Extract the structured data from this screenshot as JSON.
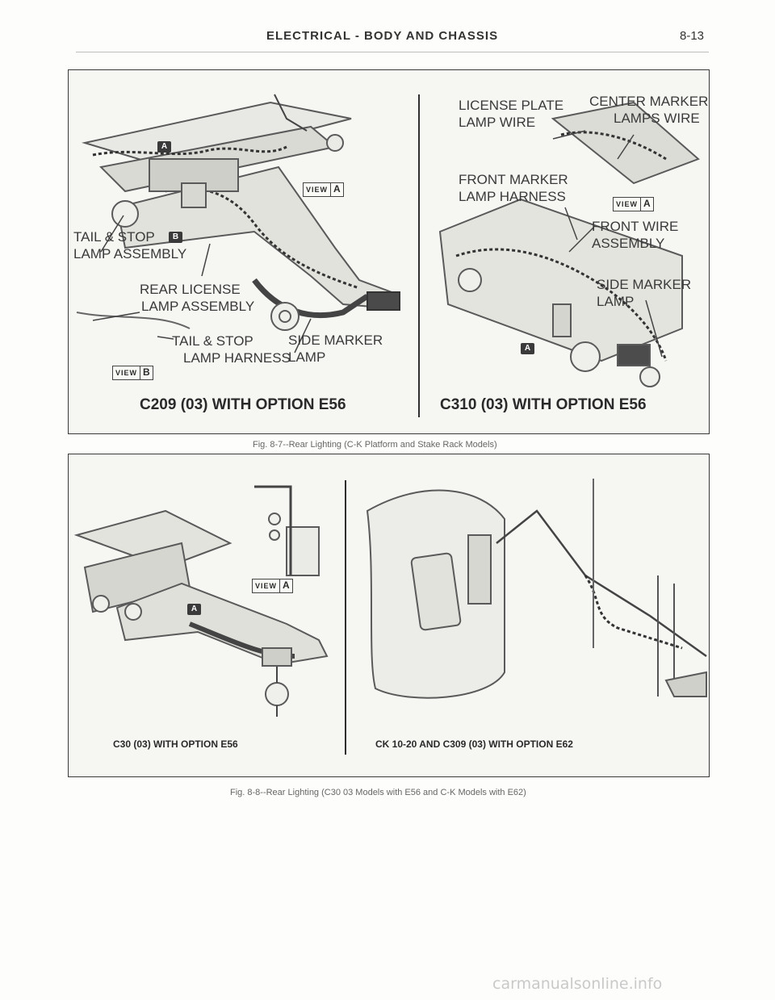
{
  "header": {
    "title": "ELECTRICAL - BODY AND CHASSIS",
    "page": "8-13"
  },
  "figure1": {
    "left_panel": {
      "labels": {
        "tail_stop_lamp_assembly": [
          "TAIL & STOP",
          "LAMP ASSEMBLY"
        ],
        "rear_license_lamp_assembly": [
          "REAR LICENSE",
          "LAMP ASSEMBLY"
        ],
        "tail_stop_lamp_harness": [
          "TAIL & STOP",
          "LAMP HARNESS"
        ],
        "side_marker_lamp": [
          "SIDE MARKER",
          "LAMP"
        ]
      },
      "view_a": {
        "word": "VIEW",
        "letter": "A"
      },
      "view_b": {
        "word": "VIEW",
        "letter": "B"
      },
      "arrow_a": "A",
      "arrow_b": "B",
      "title": "C209 (03) WITH OPTION E56"
    },
    "right_panel": {
      "labels": {
        "license_plate_lamp_wire": [
          "LICENSE PLATE",
          "LAMP WIRE"
        ],
        "center_marker_lamps_wire": [
          "CENTER MARKER",
          "LAMPS WIRE"
        ],
        "front_marker_lamp_harness": [
          "FRONT MARKER",
          "LAMP HARNESS"
        ],
        "front_wire_assembly": [
          "FRONT WIRE",
          "ASSEMBLY"
        ],
        "side_marker_lamp": [
          "SIDE MARKER",
          "LAMP"
        ]
      },
      "view_a": {
        "word": "VIEW",
        "letter": "A"
      },
      "arrow_a": "A",
      "title": "C310 (03) WITH OPTION E56"
    },
    "caption": "Fig. 8-7--Rear Lighting (C-K Platform and Stake Rack Models)"
  },
  "figure2": {
    "left_panel": {
      "view_a": {
        "word": "VIEW",
        "letter": "A"
      },
      "arrow_a": "A",
      "title": "C30 (03) WITH OPTION E56"
    },
    "right_panel": {
      "title": "CK 10-20 AND C309 (03) WITH OPTION E62"
    },
    "caption": "Fig. 8-8--Rear Lighting (C30 03 Models with E56 and C-K Models with E62)"
  },
  "watermark": "carmanualsonline.info"
}
